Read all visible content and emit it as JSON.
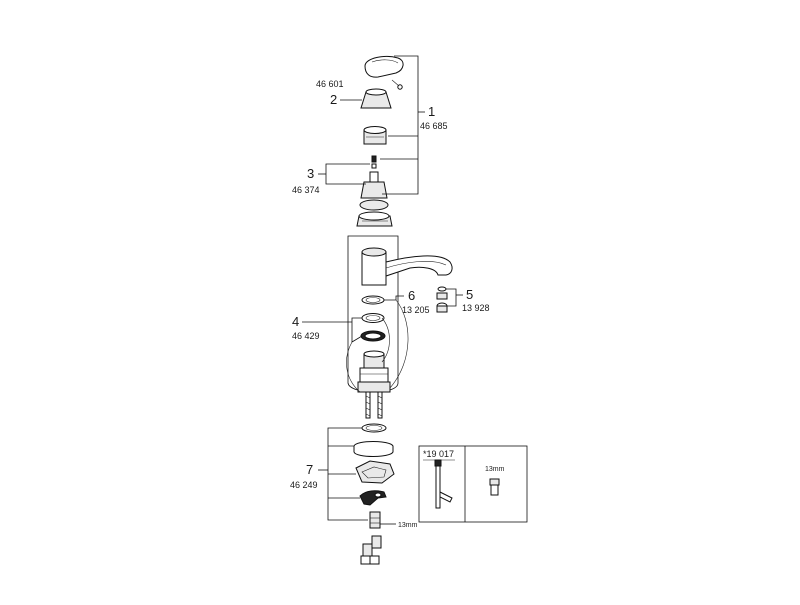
{
  "callouts": {
    "c1": {
      "number": "1",
      "part_no": "46 685"
    },
    "c2": {
      "number": "2",
      "part_no": "46 601"
    },
    "c3": {
      "number": "3",
      "part_no": "46 374"
    },
    "c4": {
      "number": "4",
      "part_no": "46 429"
    },
    "c5": {
      "number": "5",
      "part_no": "13 928"
    },
    "c6": {
      "number": "6",
      "part_no": "13 205"
    },
    "c7": {
      "number": "7",
      "part_no": "46 249"
    }
  },
  "wrench_label": "13mm",
  "tool_box": {
    "left_label": "*19 017",
    "right_label": "13mm"
  },
  "colors": {
    "line": "#111111",
    "fill": "#e9e9e9",
    "background": "#ffffff"
  }
}
